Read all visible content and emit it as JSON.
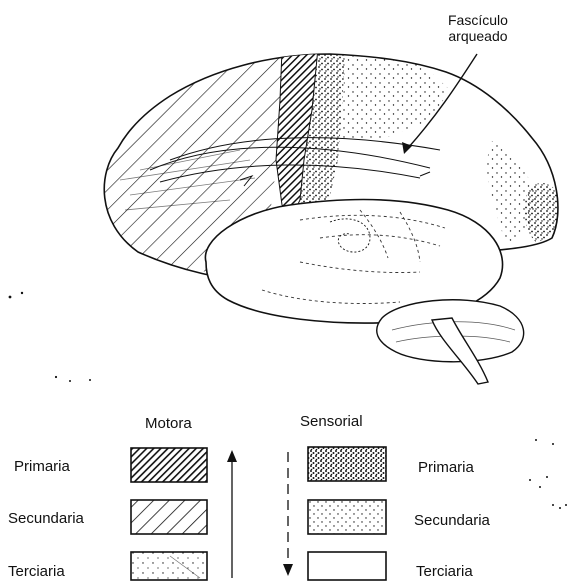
{
  "annotation": {
    "line1": "Fascículo",
    "line2": "arqueado"
  },
  "legend": {
    "motora_title": "Motora",
    "sensorial_title": "Sensorial",
    "motora_rows": [
      {
        "label": "Primaria",
        "pattern": "dense-diagonal-hatch"
      },
      {
        "label": "Secundaria",
        "pattern": "diagonal-hatch"
      },
      {
        "label": "Terciaria",
        "pattern": "sparse-dotted"
      }
    ],
    "sensorial_rows": [
      {
        "label": "Primaria",
        "pattern": "dense-stipple"
      },
      {
        "label": "Secundaria",
        "pattern": "light-stipple"
      },
      {
        "label": "Terciaria",
        "pattern": "blank"
      }
    ]
  },
  "colors": {
    "ink": "#111111",
    "background": "#ffffff"
  }
}
